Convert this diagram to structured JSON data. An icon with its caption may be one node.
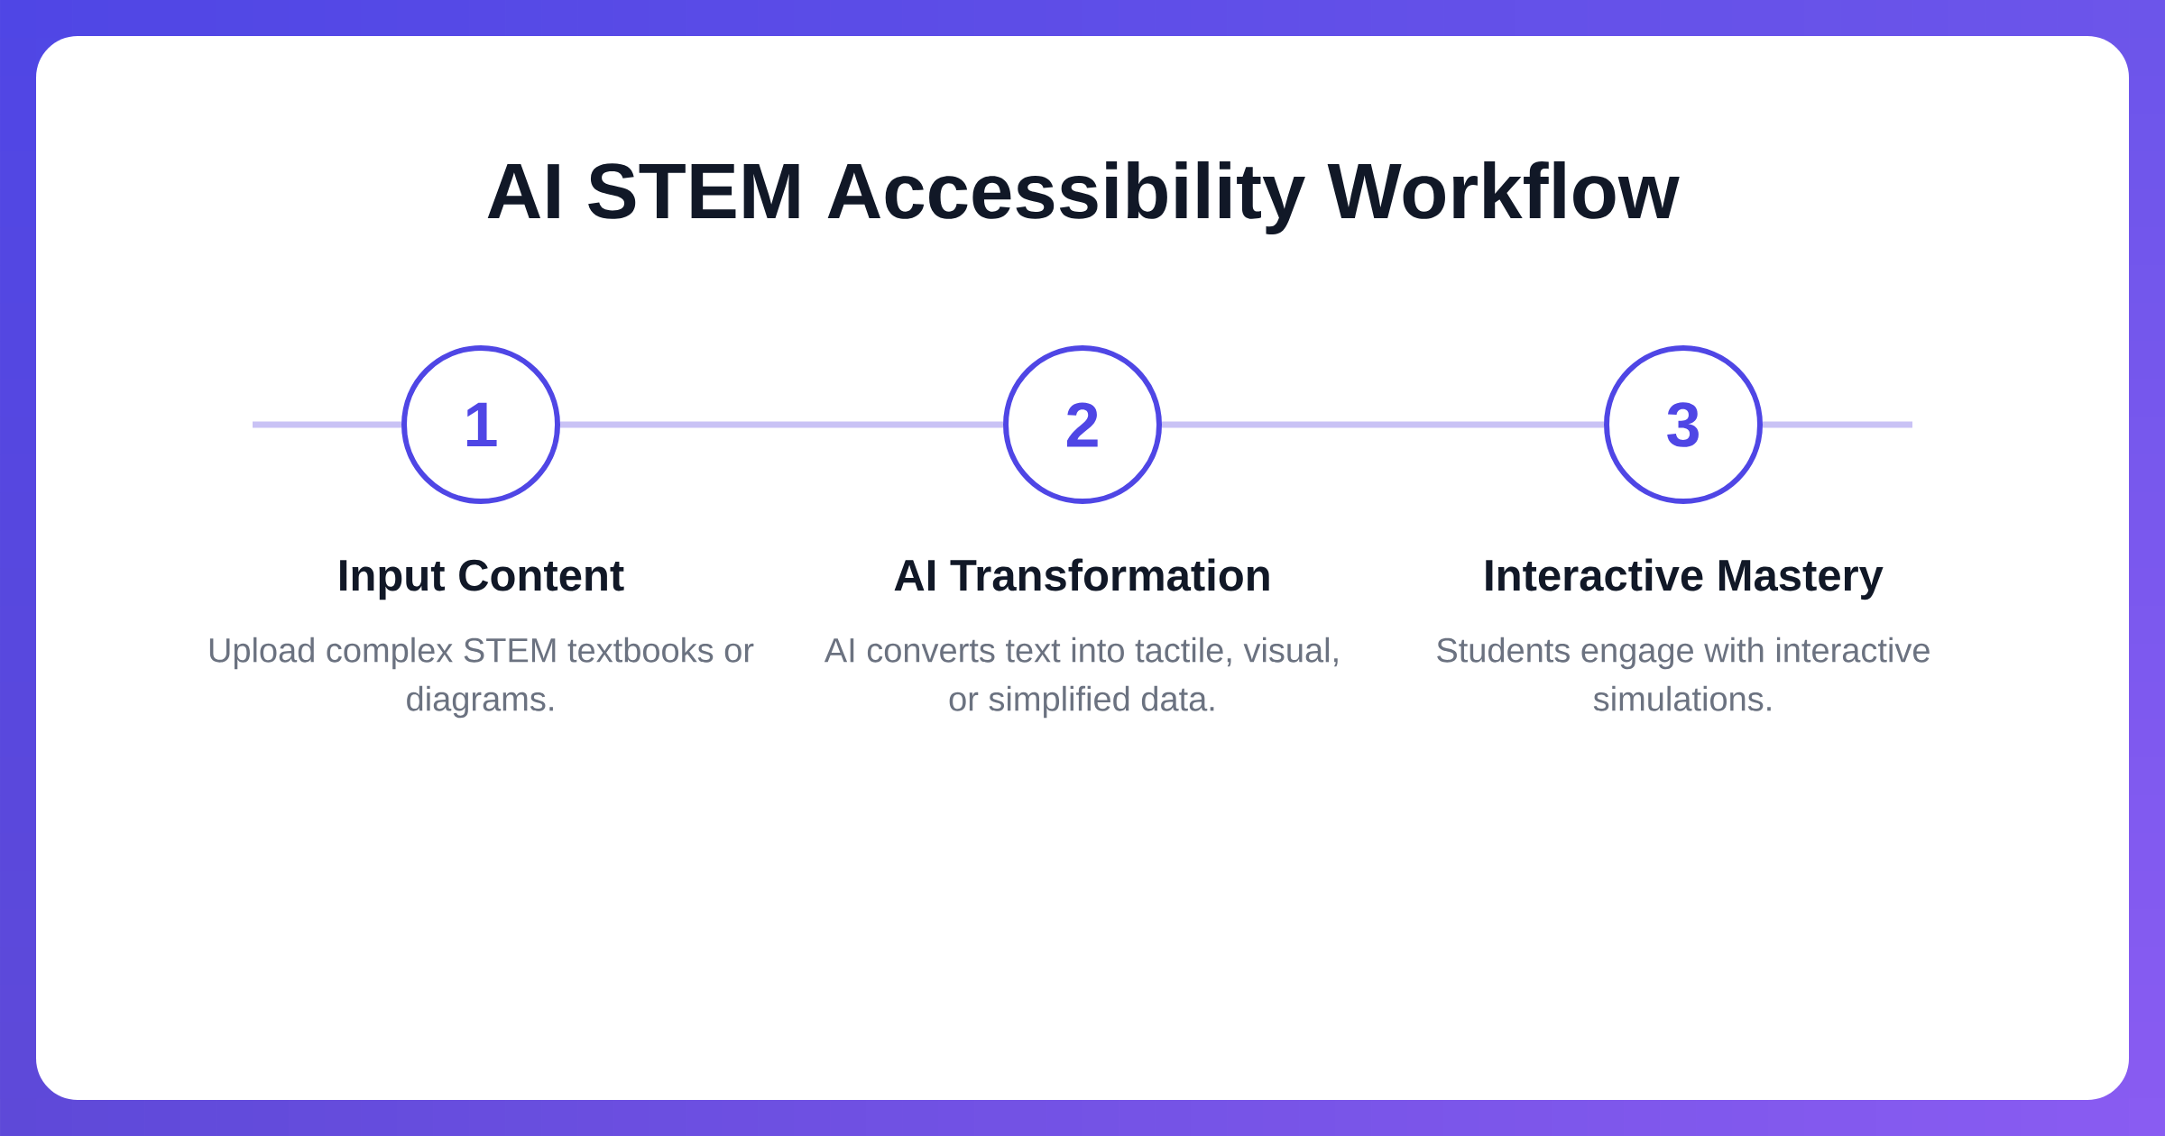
{
  "diagram": {
    "title": "AI STEM Accessibility Workflow",
    "nodes": [
      {
        "text": [
          "1"
        ],
        "beside": [
          "Input Content",
          "Upload complex STEM textbooks or diagrams."
        ]
      },
      {
        "text": [
          "2"
        ],
        "beside": [
          "AI Transformation",
          "AI converts text into tactile, visual, or simplified data."
        ]
      },
      {
        "text": [
          "3"
        ],
        "beside": [
          "Interactive Mastery",
          "Students engage with interactive simulations."
        ]
      }
    ],
    "edges": [
      {
        "from": null,
        "to": 0,
        "arrow": "none"
      },
      {
        "from": 0,
        "to": 1,
        "arrow": "none"
      },
      {
        "from": 1,
        "to": 2,
        "arrow": "none"
      },
      {
        "from": 2,
        "to": null,
        "arrow": "none"
      }
    ]
  }
}
